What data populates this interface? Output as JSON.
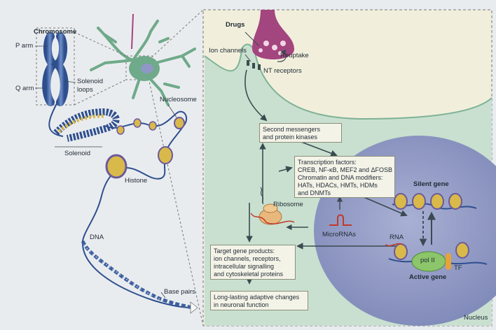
{
  "labels": {
    "chromosome": "Chromosome",
    "p_arm": "P arm",
    "q_arm": "Q arm",
    "solenoid_loops_1": "Solenoid",
    "solenoid_loops_2": "loops",
    "solenoid": "Solenoid",
    "nucleosome": "Nucleosome",
    "histone": "Histone",
    "dna": "DNA",
    "base_pairs": "Base pairs",
    "drugs": "Drugs",
    "ion_channels": "Ion channels",
    "reuptake": "Reuptake",
    "nt_receptors": "NT receptors",
    "ribosome": "Ribosome",
    "micrornas": "MicroRNAs",
    "silent_gene": "Silent gene",
    "active_gene": "Active gene",
    "rna": "RNA",
    "pol_ii": "pol II",
    "tf": "TF",
    "nucleus": "Nucleus"
  },
  "boxes": {
    "second_messengers": [
      "Second messengers",
      "and protein kinases"
    ],
    "transcription": [
      "Transcription factors:",
      "CREB, NF-κB, MEF2 and ΔFOSB",
      "Chromatin and DNA modifiers:",
      "HATs, HDACs, HMTs, HDMs",
      "and DNMTs"
    ],
    "target_gene": [
      "Target gene products:",
      "ion channels, receptors,",
      "intracellular signalling",
      "and cytoskeletal proteins"
    ],
    "long_lasting": [
      "Long-lasting adaptive changes",
      "in neuronal function"
    ]
  },
  "colors": {
    "chromosome": "#3e5f9e",
    "neuron": "#6faa8a",
    "presynaptic": "#a3457e",
    "nucleus": "#8f98c4",
    "cell_body": "#c9e0d0",
    "extracellular": "#f1efdc",
    "histone": "#d9b94a",
    "arrow": "#3a4a50"
  }
}
